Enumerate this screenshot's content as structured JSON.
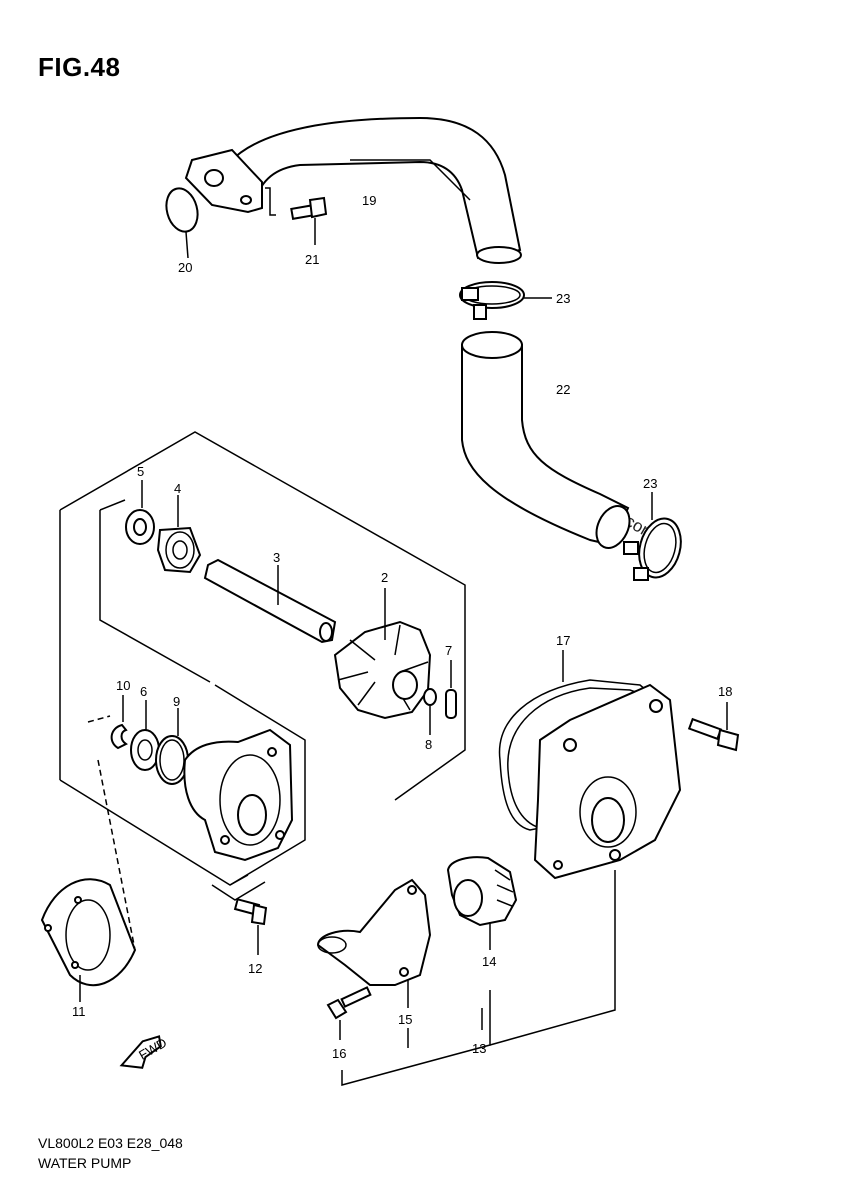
{
  "figure": {
    "title": "FIG.48",
    "model_code": "VL800L2 E03 E28_048",
    "name": "WATER PUMP",
    "watermark": "© Partzilla.com"
  },
  "callouts": [
    {
      "id": "c19",
      "label": "19"
    },
    {
      "id": "c20",
      "label": "20"
    },
    {
      "id": "c21",
      "label": "21"
    },
    {
      "id": "c23a",
      "label": "23"
    },
    {
      "id": "c22",
      "label": "22"
    },
    {
      "id": "c23b",
      "label": "23"
    },
    {
      "id": "c5",
      "label": "5"
    },
    {
      "id": "c4",
      "label": "4"
    },
    {
      "id": "c3",
      "label": "3"
    },
    {
      "id": "c2",
      "label": "2"
    },
    {
      "id": "c7",
      "label": "7"
    },
    {
      "id": "c8",
      "label": "8"
    },
    {
      "id": "c10",
      "label": "10"
    },
    {
      "id": "c6",
      "label": "6"
    },
    {
      "id": "c9",
      "label": "9"
    },
    {
      "id": "c17",
      "label": "17"
    },
    {
      "id": "c18",
      "label": "18"
    },
    {
      "id": "c11",
      "label": "11"
    },
    {
      "id": "c12",
      "label": "12"
    },
    {
      "id": "c14",
      "label": "14"
    },
    {
      "id": "c15",
      "label": "15"
    },
    {
      "id": "c16",
      "label": "16"
    },
    {
      "id": "c13",
      "label": "13"
    }
  ],
  "fwd_arrow_label": "FWD"
}
